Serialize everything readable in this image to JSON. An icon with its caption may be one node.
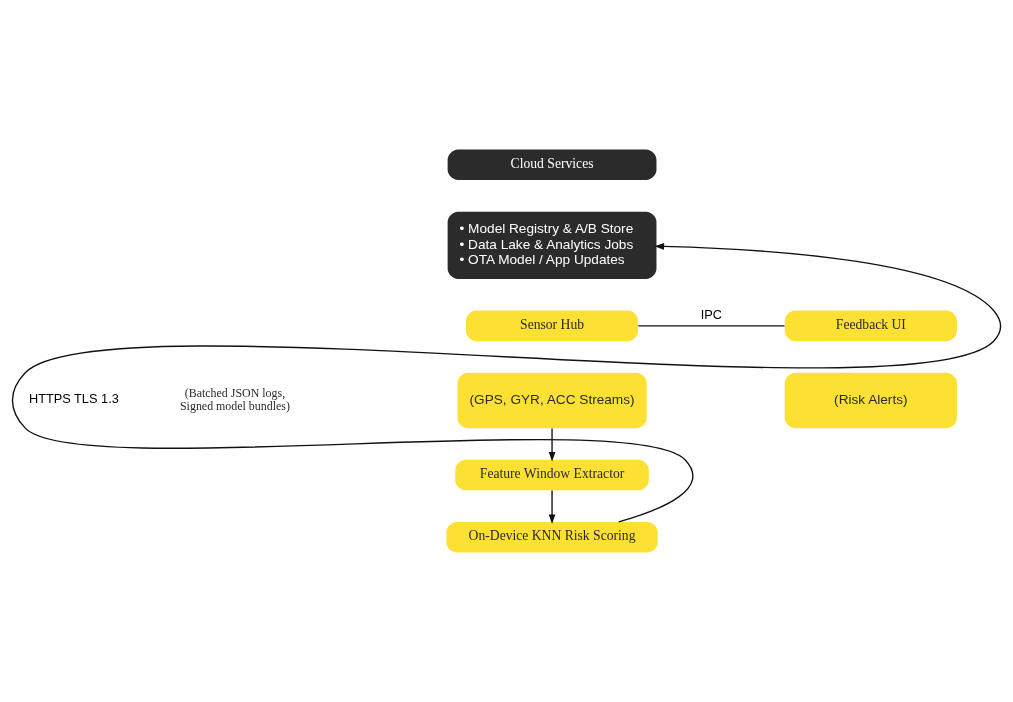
{
  "diagram": {
    "nodes": [
      {
        "text": [
          "Cloud Services"
        ]
      },
      {
        "text": [
          "• Model Registry & A/B Store",
          "• Data Lake & Analytics Jobs",
          "• OTA Model / App Updates"
        ]
      },
      {
        "text": [
          "Sensor Hub"
        ]
      },
      {
        "text": [
          "(GPS, GYR, ACC Streams)"
        ]
      },
      {
        "text": [
          "Feedback UI"
        ]
      },
      {
        "text": [
          "(Risk Alerts)"
        ]
      },
      {
        "text": [
          "Feature Window Extractor"
        ]
      },
      {
        "text": [
          "On-Device KNN Risk Scoring"
        ]
      }
    ],
    "edges": [
      {
        "from": 2,
        "to": 4,
        "arrow": "none",
        "label": "IPC"
      },
      {
        "from": 3,
        "to": 6,
        "arrow": "to"
      },
      {
        "from": 6,
        "to": 7,
        "arrow": "to"
      },
      {
        "from": 7,
        "to": 1,
        "arrow": "to",
        "label": "HTTPS TLS 1.3"
      }
    ],
    "labels": [
      "(Batched JSON logs, Signed model bundles)"
    ]
  }
}
